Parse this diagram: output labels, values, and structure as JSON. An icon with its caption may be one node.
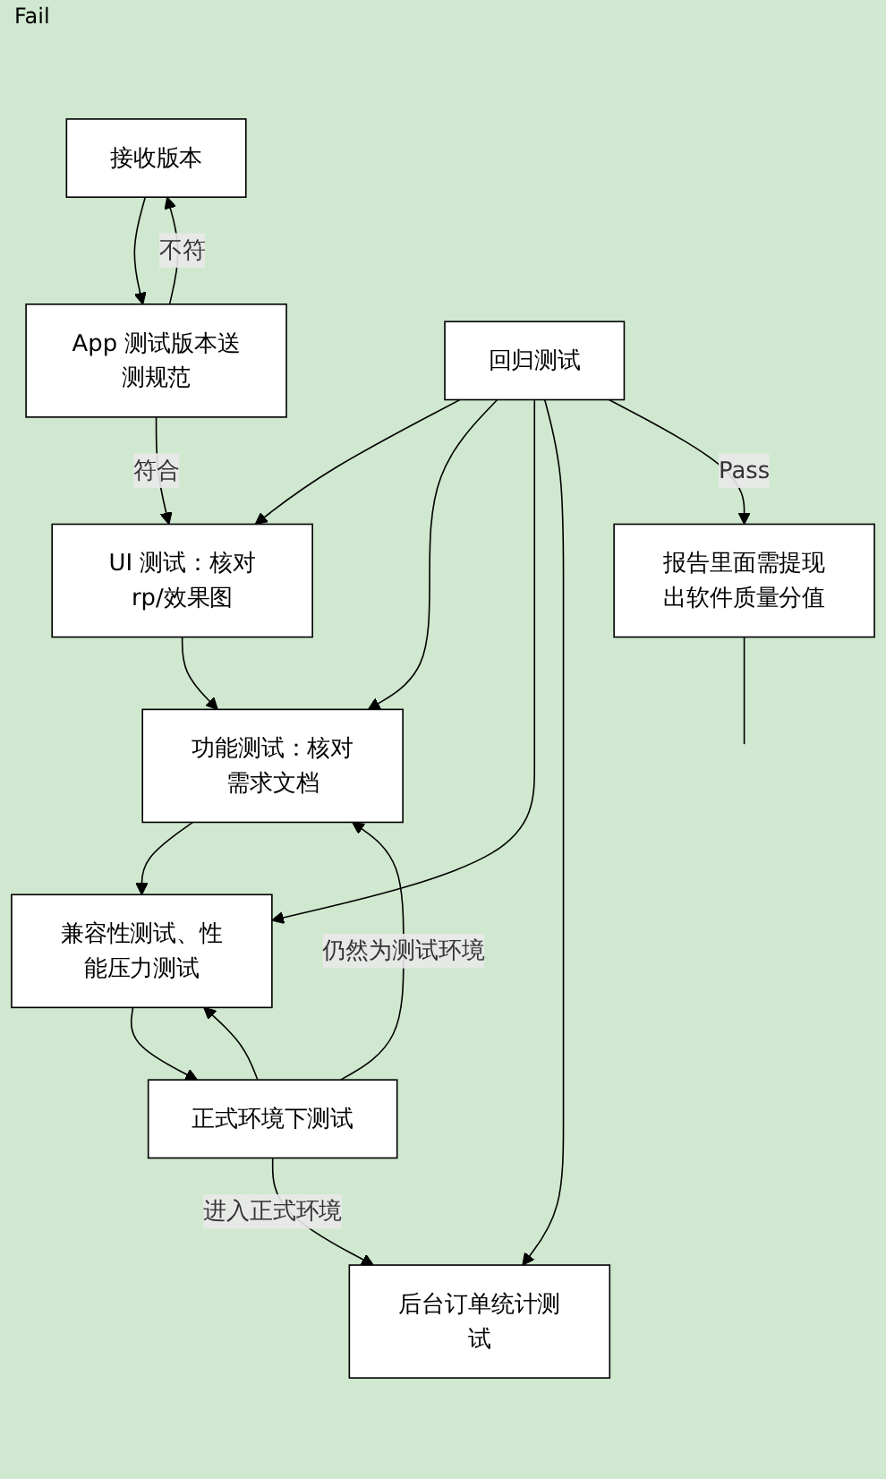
{
  "diagram": {
    "nodes": [
      {
        "text": [
          "接收版本"
        ]
      },
      {
        "text": [
          "App 测试版本送测规范"
        ]
      },
      {
        "text": [
          "UI 测试：核对rp/效果图"
        ]
      },
      {
        "text": [
          "功能测试：核对需求文档"
        ]
      },
      {
        "text": [
          "兼容性测试、性能压力测试"
        ]
      },
      {
        "text": [
          "正式环境下测试"
        ]
      },
      {
        "text": [
          "后台订单统计测试"
        ]
      },
      {
        "text": [
          "回归测试"
        ]
      },
      {
        "text": [
          "报告里面需提现出软件质量分值"
        ]
      }
    ],
    "edges": [
      {
        "from": 0,
        "to": 1,
        "arrow": "to"
      },
      {
        "from": 1,
        "to": 0,
        "arrow": "to",
        "label": "不符"
      },
      {
        "from": 1,
        "to": 2,
        "arrow": "to",
        "label": "符合"
      },
      {
        "from": 2,
        "to": 3,
        "arrow": "to"
      },
      {
        "from": 3,
        "to": 4,
        "arrow": "to"
      },
      {
        "from": 4,
        "to": 5,
        "arrow": "to"
      },
      {
        "from": 5,
        "to": 3,
        "arrow": "to",
        "label": "仍然为测试环境"
      },
      {
        "from": 5,
        "to": 4,
        "arrow": "to"
      },
      {
        "from": 5,
        "to": 6,
        "arrow": "to",
        "label": "进入正式环境"
      },
      {
        "from": 7,
        "to": 2,
        "arrow": "to"
      },
      {
        "from": 7,
        "to": 3,
        "arrow": "to"
      },
      {
        "from": 7,
        "to": 4,
        "arrow": "to"
      },
      {
        "from": 7,
        "to": 6,
        "arrow": "to"
      },
      {
        "from": 7,
        "to": 8,
        "arrow": "to",
        "label": "Pass"
      },
      {
        "from": 8,
        "to": null,
        "arrow": "none"
      }
    ],
    "labels": [
      "Fail"
    ]
  }
}
